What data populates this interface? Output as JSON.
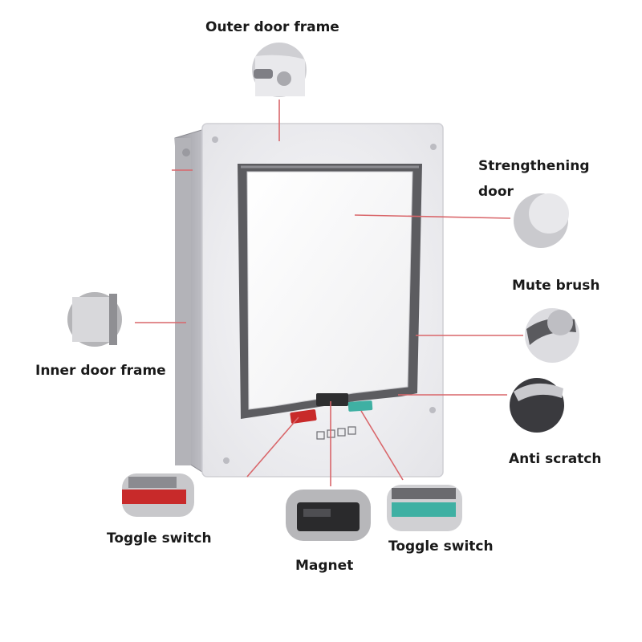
{
  "labels": {
    "outer_frame": "Outer door frame",
    "strengthening_line1": "Strengthening",
    "strengthening_line2": "door",
    "mute_brush": "Mute brush",
    "inner_frame": "Inner door frame",
    "anti_scratch": "Anti scratch",
    "toggle_left": "Toggle switch",
    "magnet": "Magnet",
    "toggle_right": "Toggle switch"
  },
  "colors": {
    "leader_line": "#d9666a",
    "frame": "#f4f4f6",
    "brush": "#6a6a6a",
    "toggle_red": "#c82a2a",
    "toggle_teal": "#3fb0a3"
  }
}
